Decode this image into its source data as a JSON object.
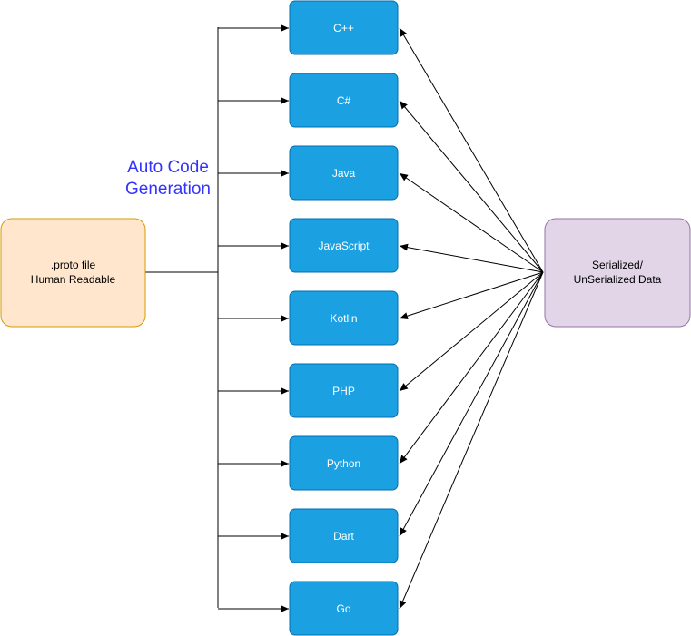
{
  "heading": {
    "line1": "Auto Code",
    "line2": "Generation",
    "color": "#3333ff"
  },
  "source_node": {
    "line1": ".proto file",
    "line2": "Human Readable",
    "fill": "#ffe6cc",
    "stroke": "#d79b00"
  },
  "data_node": {
    "line1": "Serialized/",
    "line2": "UnSerialized Data",
    "fill": "#e1d5e7",
    "stroke": "#9673a6"
  },
  "language_style": {
    "fill": "#1ba1e2",
    "stroke": "#006eaf",
    "text_color": "#ffffff"
  },
  "languages": [
    {
      "label": "C++"
    },
    {
      "label": "C#"
    },
    {
      "label": "Java"
    },
    {
      "label": "JavaScript"
    },
    {
      "label": "Kotlin"
    },
    {
      "label": "PHP"
    },
    {
      "label": "Python"
    },
    {
      "label": "Dart"
    },
    {
      "label": "Go"
    }
  ],
  "edge_color": "#000000"
}
